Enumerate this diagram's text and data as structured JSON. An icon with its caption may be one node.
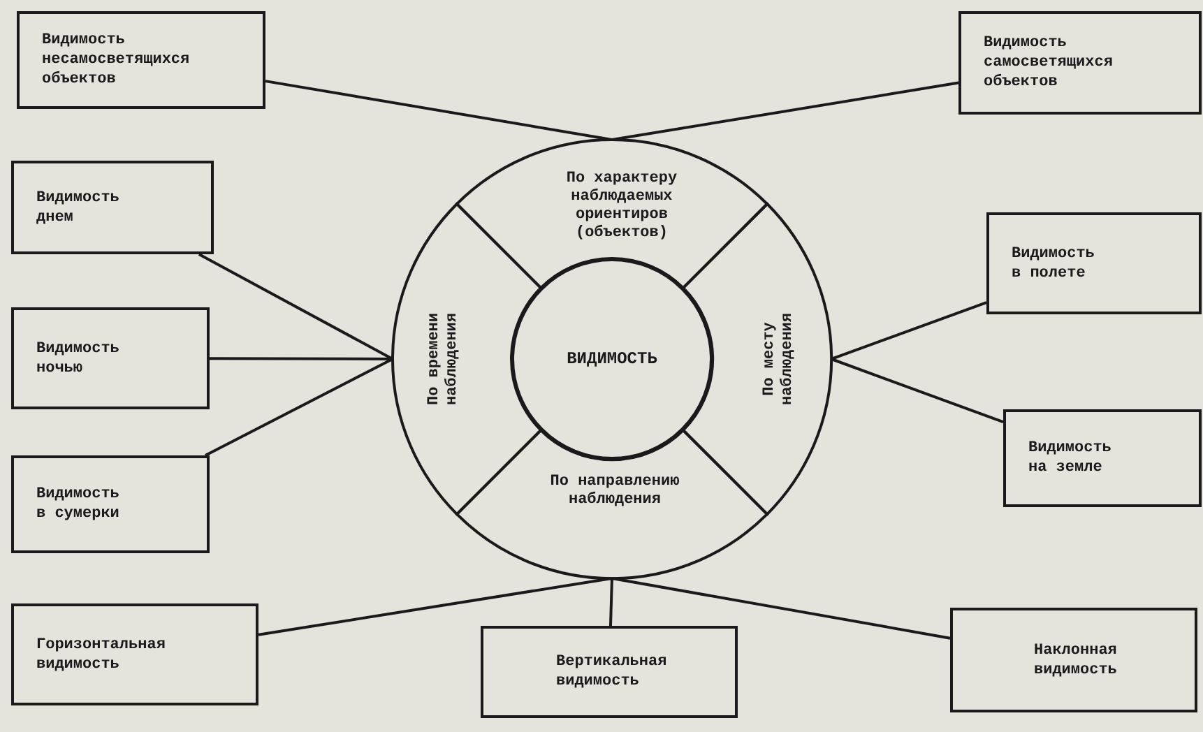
{
  "diagram": {
    "nodes": [
      {
        "text": [
          "Видимость несамосветящихся объектов"
        ]
      },
      {
        "text": [
          "Видимость самосветящихся объектов"
        ]
      },
      {
        "text": [
          "По характеру наблюдаемых ориентиров (объектов)"
        ]
      },
      {
        "text": [
          "Видимость днем"
        ]
      },
      {
        "text": [
          "Видимость в полете"
        ]
      },
      {
        "text": [
          "По времени наблюдения"
        ]
      },
      {
        "text": [
          "ВИДИМОСТЬ"
        ]
      },
      {
        "text": [
          "По месту наблюдения"
        ]
      },
      {
        "text": [
          "Видимость ночью"
        ]
      },
      {
        "text": [
          "Видимость на земле"
        ]
      },
      {
        "text": [
          "Видимость в сумерки"
        ]
      },
      {
        "text": [
          "По направлению наблюдения"
        ]
      },
      {
        "text": [
          "Горизонтальная видимость"
        ]
      },
      {
        "text": [
          "Вертикальная видимость"
        ]
      },
      {
        "text": [
          "Наклонная видимость"
        ]
      }
    ],
    "edges": [
      {
        "from": 2,
        "to": 0,
        "arrow": "none"
      },
      {
        "from": 2,
        "to": 1,
        "arrow": "none"
      },
      {
        "from": 5,
        "to": 3,
        "arrow": "none"
      },
      {
        "from": 5,
        "to": 8,
        "arrow": "none"
      },
      {
        "from": 5,
        "to": 10,
        "arrow": "none"
      },
      {
        "from": 7,
        "to": 4,
        "arrow": "none"
      },
      {
        "from": 7,
        "to": 9,
        "arrow": "none"
      },
      {
        "from": 11,
        "to": 12,
        "arrow": "none"
      },
      {
        "from": 11,
        "to": 13,
        "arrow": "none"
      },
      {
        "from": 11,
        "to": 14,
        "arrow": "none"
      }
    ]
  }
}
